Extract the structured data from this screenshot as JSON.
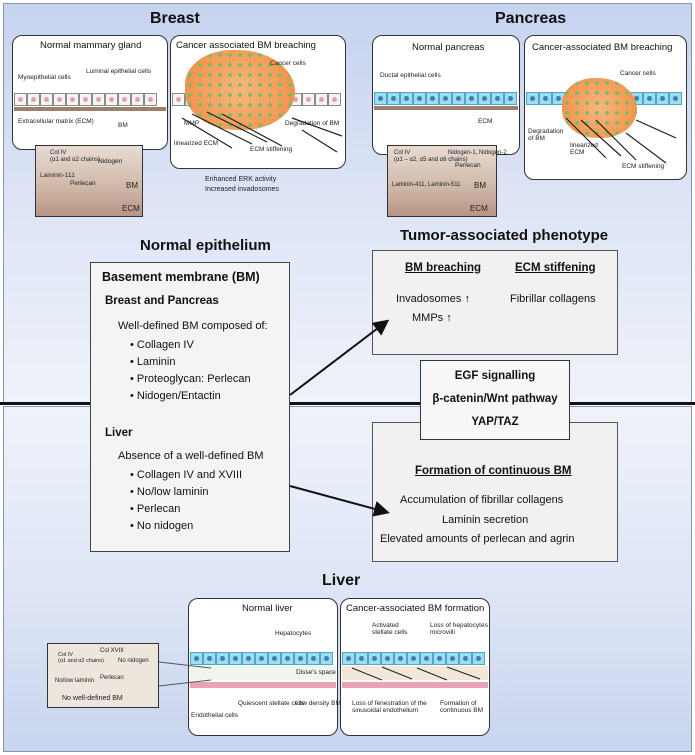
{
  "top": {
    "breast_title": "Breast",
    "pancreas_title": "Pancreas",
    "normal_epithelium_title": "Normal epithelium",
    "tumor_phenotype_title": "Tumor-associated phenotype"
  },
  "breast": {
    "normal_panel_title": "Normal mammary gland",
    "cancer_panel_title": "Cancer associated BM breaching",
    "labels": {
      "myoepithelial": "Myoepithelial cells",
      "luminal": "Luminal epithelial cells",
      "ecm": "Extracellular matrix (ECM)",
      "bm": "BM",
      "cancer_cells": "Cancer cells",
      "mmp": "MMP",
      "linearized_ecm": "linearized ECM",
      "degradation": "Degradation of BM",
      "ecm_stiffening": "ECM stiffening",
      "erk": "Enhanced ERK activity",
      "invadosomes": "Increased invadosomes"
    },
    "zoom": {
      "col4": "Col IV",
      "col4_sub": "(α1 and α2 chains)",
      "nidogen": "Nidogen",
      "laminin": "Laminin-111",
      "perlecan": "Perlecan",
      "bm": "BM",
      "ecm": "ECM"
    }
  },
  "pancreas": {
    "normal_panel_title": "Normal pancreas",
    "cancer_panel_title": "Cancer-associated BM breaching",
    "labels": {
      "ductal": "Ductal epithelial cells",
      "ecm": "ECM",
      "cancer_cells": "Cancer cells",
      "degradation": "Degradation of BM",
      "linearized_ecm": "linearized ECM",
      "ecm_stiffening": "ECM stiffening"
    },
    "zoom": {
      "col4": "Col IV",
      "col4_sub": "(α1 – α2, α5 and α6 chains)",
      "nidogen": "Nidogen-1, Nidogen-2",
      "perlecan": "Perlecan",
      "laminin": "Laminin-411, Laminin-511",
      "bm": "BM",
      "ecm": "ECM"
    }
  },
  "normal_box": {
    "heading": "Basement membrane (BM)",
    "breast_pancreas": "Breast and Pancreas",
    "bp_intro": "Well-defined BM composed of:",
    "bp_items": [
      "Collagen IV",
      "Laminin",
      "Proteoglycan: Perlecan",
      "Nidogen/Entactin"
    ],
    "liver": "Liver",
    "liver_intro": "Absence of a well-defined BM",
    "liver_items": [
      "Collagen IV and XVIII",
      "No/low laminin",
      "Perlecan",
      "No nidogen"
    ]
  },
  "phenotype": {
    "bm_breaching": "BM breaching",
    "ecm_stiffening": "ECM stiffening",
    "invadosomes": "Invadosomes",
    "mmps": "MMPs",
    "fibrillar": "Fibrillar collagens",
    "up_arrow": "↑"
  },
  "pathways": [
    "EGF signalling",
    "β-catenin/Wnt pathway",
    "YAP/TAZ"
  ],
  "continuous": {
    "title": "Formation of continuous BM",
    "items": [
      "Accumulation of fibrillar collagens",
      "Laminin secretion",
      "Elevated amounts of perlecan and agrin"
    ]
  },
  "liver": {
    "title": "Liver",
    "normal_panel_title": "Normal liver",
    "cancer_panel_title": "Cancer-associated BM formation",
    "labels": {
      "hepatocytes": "Hepatocytes",
      "disse": "Disse's space",
      "endothelial": "Endothelial cells",
      "quiescent": "Quiescent stellate cells",
      "low_density": "Low density BM",
      "activated": "Activated stellate cells",
      "microvilli": "Loss of hepatocytes microvilli",
      "fenestration": "Loss of fenestration of the sinusoidal endothelium",
      "continuous": "Formation of continuous BM"
    },
    "inset": {
      "col4": "Col IV",
      "col4_sub": "(α1 and α2 chains)",
      "col18": "Col XVIII",
      "nidogen": "No nidogen",
      "laminin": "No/low laminin",
      "perlecan": "Perlecan",
      "no_bm": "No well-defined BM"
    }
  }
}
